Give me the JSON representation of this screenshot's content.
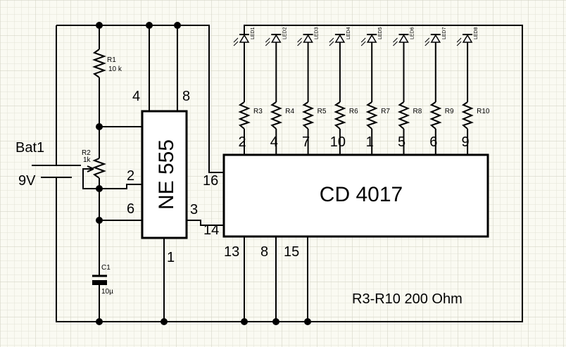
{
  "battery": {
    "name": "Bat1",
    "voltage": "9V"
  },
  "r1": {
    "name": "R1",
    "value": "10 k"
  },
  "r2": {
    "name": "R2",
    "value": "1k"
  },
  "c1": {
    "name": "C1",
    "value": "10µ"
  },
  "ne555": {
    "label": "NE 555",
    "pins": {
      "p4": "4",
      "p8": "8",
      "p2": "2",
      "p6": "6",
      "p3": "3",
      "p1": "1"
    }
  },
  "cd4017": {
    "label": "CD 4017",
    "pins": {
      "p16": "16",
      "p14": "14",
      "p13": "13",
      "p8": "8",
      "p15": "15"
    }
  },
  "channels": [
    {
      "led": "LED1",
      "resistor": "R3",
      "pin": "2"
    },
    {
      "led": "LED2",
      "resistor": "R4",
      "pin": "4"
    },
    {
      "led": "LED3",
      "resistor": "R5",
      "pin": "7"
    },
    {
      "led": "LED4",
      "resistor": "R6",
      "pin": "10"
    },
    {
      "led": "LED5",
      "resistor": "R7",
      "pin": "1"
    },
    {
      "led": "LED6",
      "resistor": "R8",
      "pin": "5"
    },
    {
      "led": "LED7",
      "resistor": "R9",
      "pin": "6"
    },
    {
      "led": "LED8",
      "resistor": "R10",
      "pin": "9"
    }
  ],
  "note": "R3-R10 200 Ohm"
}
